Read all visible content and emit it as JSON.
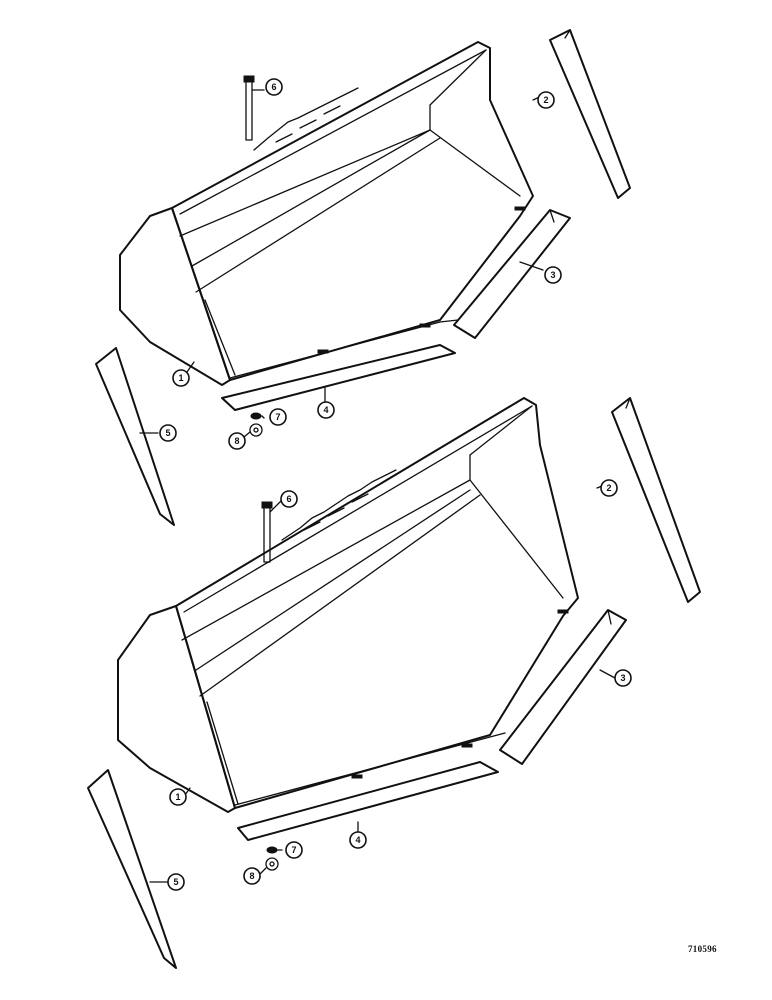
{
  "figure_id": "710596",
  "callouts": {
    "top": [
      "6",
      "2",
      "3",
      "1",
      "4",
      "7",
      "8",
      "5"
    ],
    "bottom": [
      "6",
      "2",
      "3",
      "1",
      "4",
      "7",
      "8",
      "5"
    ]
  }
}
